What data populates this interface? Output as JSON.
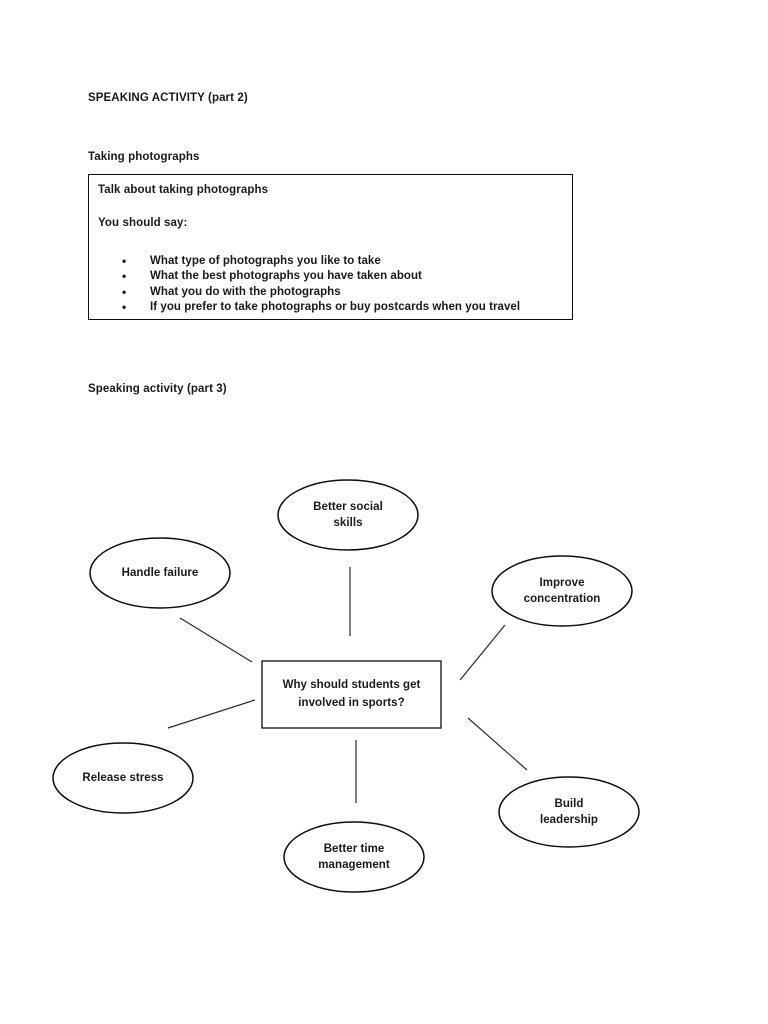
{
  "document": {
    "part2": {
      "heading": "SPEAKING ACTIVITY (part 2)",
      "topic": "Taking photographs",
      "cue_card": {
        "title": "Talk about taking photographs",
        "prompt": "You should say:",
        "bullets": [
          "What type of photographs you like to take",
          "What the best photographs you have taken about",
          "What you do with the photographs",
          "If you prefer to take photographs or buy postcards when you travel"
        ],
        "bullet_glyph": "•"
      }
    },
    "part3": {
      "heading": "Speaking activity (part 3)",
      "mindmap": {
        "center": "Why should students get\ninvolved in sports?",
        "nodes": [
          {
            "id": "better-social-skills",
            "label": "Better social\nskills"
          },
          {
            "id": "handle-failure",
            "label": "Handle failure"
          },
          {
            "id": "improve-concentration",
            "label": "Improve\nconcentration"
          },
          {
            "id": "release-stress",
            "label": "Release stress"
          },
          {
            "id": "build-leadership",
            "label": "Build\nleadership"
          },
          {
            "id": "better-time-management",
            "label": "Better time\nmanagement"
          }
        ]
      }
    }
  },
  "colors": {
    "page_background": "#ffffff",
    "text": "#1a1a1a",
    "stroke": "#0d0d0d"
  }
}
